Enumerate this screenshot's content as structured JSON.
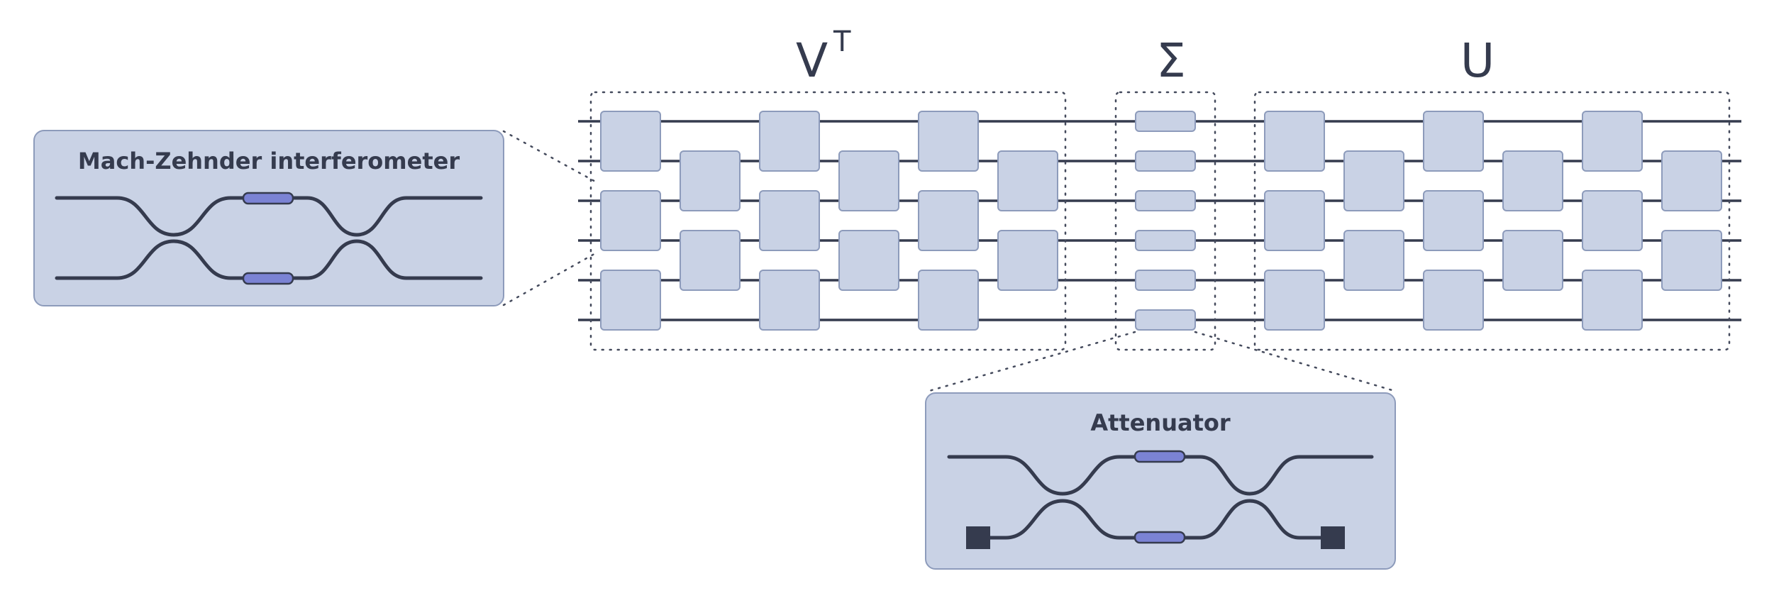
{
  "labels": {
    "v_transpose_base": "V",
    "v_transpose_sup": "T",
    "sigma": "Σ",
    "u": "U"
  },
  "insets": {
    "mzi_title": "Mach-Zehnder interferometer",
    "attenuator_title": "Attenuator"
  },
  "mesh": {
    "waveguide_count": 6,
    "mzi_stage_count": 6,
    "attenuator_count": 6
  },
  "colors": {
    "waveguide": "#353b4e",
    "component_fill": "#c9d2e5",
    "component_border": "#8d9bbb",
    "phase_shifter": "#7b83d4"
  }
}
